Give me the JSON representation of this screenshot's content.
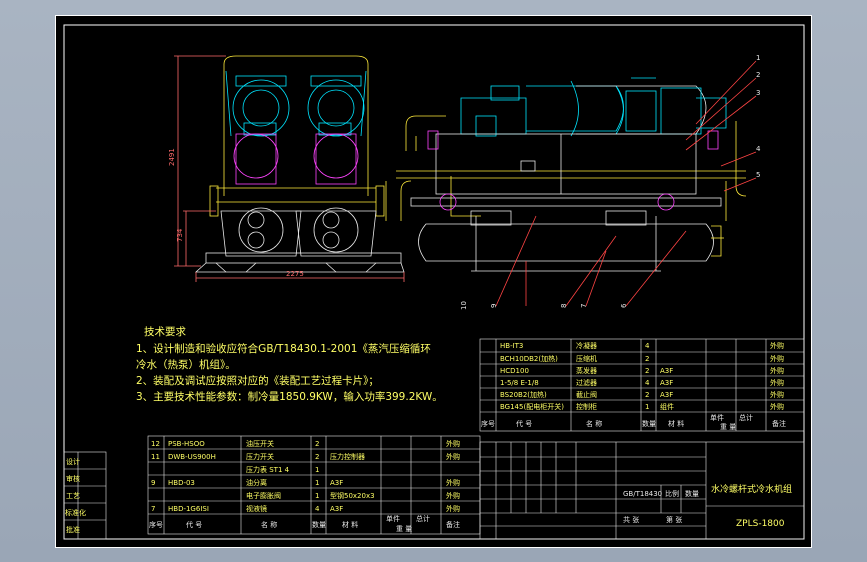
{
  "drawing": {
    "tech_requirements": {
      "heading": "技术要求",
      "lines": [
        "1、设计制造和验收应符合GB/T18430.1-2001《蒸汽压缩循环",
        "冷水（热泵）机组》。",
        "2、装配及调试应按照对应的《装配工艺过程卡片》；",
        "3、主要技术性能参数：制冷量1850.9KW，输入功率399.2KW。"
      ]
    },
    "dimensions": [
      "2491",
      "734",
      "2275"
    ],
    "balloons": [
      "1",
      "2",
      "3",
      "4",
      "5",
      "10",
      "9",
      "8",
      "7",
      "6"
    ],
    "bom_upper": {
      "rows": [
        {
          "code": "HB-IT3",
          "name": "冷凝器",
          "qty": "4",
          "mat": "",
          "wt": "外购"
        },
        {
          "code": "BCH10DB2(加热)",
          "name": "压缩机",
          "qty": "2",
          "mat": "",
          "wt": "外购"
        },
        {
          "code": "HCD100",
          "name": "蒸发器",
          "qty": "2",
          "mat": "A3F",
          "wt": "外购"
        },
        {
          "code": "1-5/8 E-1/8",
          "name": "过滤器",
          "qty": "4",
          "mat": "A3F",
          "wt": "外购"
        },
        {
          "code": "BS20B2(加热)",
          "name": "截止阀",
          "qty": "2",
          "mat": "A3F",
          "wt": "外购"
        },
        {
          "code": "BG145(配电柜开关)",
          "name": "控制柜",
          "qty": "1",
          "mat": "组件",
          "wt": "外购"
        }
      ],
      "header": {
        "no": "序号",
        "code": "代 号",
        "name": "名 称",
        "qty": "数量",
        "mat": "材 料",
        "single": "单件",
        "total": "总计",
        "weight": "重 量",
        "remark": "备注"
      }
    },
    "bom_lower": {
      "rows": [
        {
          "no": "12",
          "code": "PSB-HSOO",
          "name": "油压开关",
          "qty": "2",
          "mat": "",
          "wt": "外购"
        },
        {
          "no": "11",
          "code": "DWB-US900H",
          "name": "压力开关",
          "qty": "2",
          "mat": "压力控制器",
          "wt": "外购"
        },
        {
          "no": "",
          "code": "",
          "name": "压力表 ST1 4",
          "qty": "1",
          "mat": "",
          "wt": ""
        },
        {
          "no": "9",
          "code": "HBD-03",
          "name": "油分离",
          "qty": "1",
          "mat": "A3F",
          "wt": "外购"
        },
        {
          "no": "",
          "code": "",
          "name": "电子膨胀阀",
          "qty": "1",
          "mat": "型钢50x20x3",
          "wt": "外购"
        },
        {
          "no": "7",
          "code": "HBD-1G6ISI",
          "name": "视液镜",
          "qty": "4",
          "mat": "A3F",
          "wt": "外购"
        }
      ],
      "header": {
        "no": "序号",
        "code": "代 号",
        "name": "名 称",
        "qty": "数量",
        "mat": "材 料",
        "single": "单件",
        "total": "总计",
        "weight": "重 量",
        "remark": "备注"
      }
    },
    "title_block": {
      "product": "水冷螺杆式冷水机组",
      "model": "ZPLS-1800",
      "scale": "比例",
      "qty": "数量",
      "sheet_label": "第 张",
      "total_sheets": "共 张",
      "standard": "GB/T18430"
    },
    "left_strip": [
      "设计",
      "审核",
      "工艺",
      "标准化",
      "批准"
    ]
  }
}
